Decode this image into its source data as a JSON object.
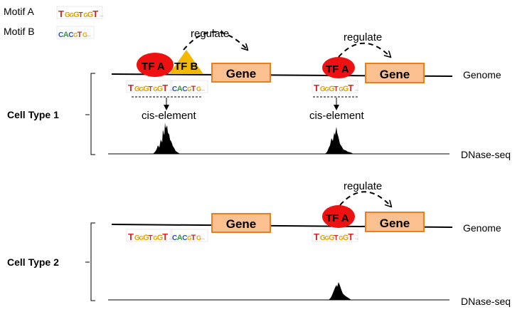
{
  "legend": {
    "motif_a_label": "Motif A",
    "motif_b_label": "Motif B",
    "motif_a_seq": "TGGGTGGT",
    "motif_b_seq": "CACGTG"
  },
  "cell_type_1": {
    "label": "Cell Type 1",
    "tf_a_label": "TF A",
    "tf_b_label": "TF B",
    "gene_left_label": "Gene",
    "gene_right_label": "Gene",
    "regulate_left": "regulate",
    "regulate_right": "regulate",
    "cis_left": "cis-element",
    "cis_right": "cis-element",
    "genome_label": "Genome",
    "dnase_label": "DNase-seq"
  },
  "cell_type_2": {
    "label": "Cell Type 2",
    "tf_a_label": "TF A",
    "gene_left_label": "Gene",
    "gene_right_label": "Gene",
    "regulate_right": "regulate",
    "genome_label": "Genome",
    "dnase_label": "DNase-seq"
  },
  "colors": {
    "tf_red": "#ee1111",
    "tf_b_yellow": "#f5b800",
    "gene_fill": "#fac090",
    "gene_stroke": "#e8801e",
    "nucleotide_T": "#d62728",
    "nucleotide_G": "#e6a100",
    "nucleotide_A": "#2ca02c",
    "nucleotide_C": "#1f4fd6"
  }
}
